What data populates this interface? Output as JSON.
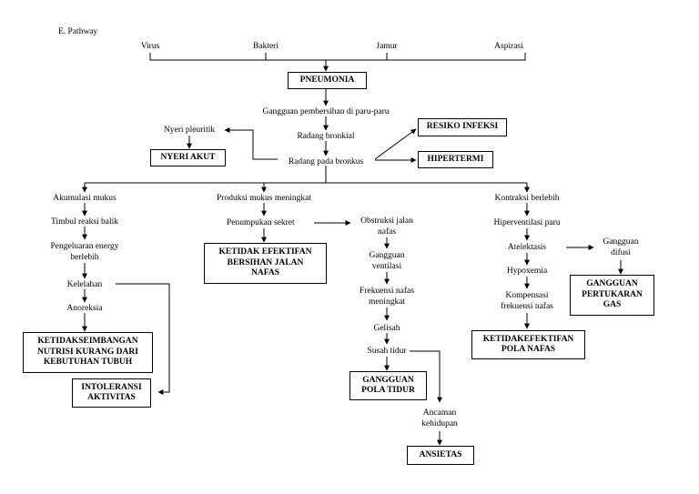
{
  "section_title": "E. Pathway",
  "causes": [
    "Virus",
    "Bakteri",
    "Jamur",
    "Aspirasi"
  ],
  "center": {
    "pneumonia": "PNEUMONIA",
    "gangguan_pembersihan": "Gangguan pembersihan di paru-paru",
    "radang_bronkial": "Radang bronkial",
    "radang_bronkus": "Radang pada bronkus",
    "nyeri_pleuritik": "Nyeri pleuritik",
    "nyeri_akut": "NYERI AKUT",
    "resiko_infeksi": "RESIKO INFEKSI",
    "hipertermi": "HIPERTERMI"
  },
  "left_branch": {
    "akumulasi": "Akumulasi mukus",
    "timbul": "Timbul reaksi balik",
    "pengeluaran": "Pengeluaran energy\nberlebih",
    "kelelahan": "Kelelahan",
    "anoreksia": "Anoreksia",
    "ketidakseimbangan": "KETIDAKSEIMBANGAN\nNUTRISI KURANG DARI\nKEBUTUHAN TUBUH",
    "intoleransi": "INTOLERANSI\nAKTIVITAS"
  },
  "middle_branch": {
    "produksi": "Produksi mukus meningkat",
    "penumpukan": "Penumpukan sekret",
    "ketidak_efektifan": "KETIDAK EFEKTIFAN\nBERSIHAN JALAN\nNAFAS",
    "obstruksi": "Obstruksi jalan\nnafas",
    "gangguan_ventilasi": "Gangguan\nventilasi",
    "frekuensi": "Frekuensi nafas\nmeningkat",
    "gelisah": "Gelisah",
    "susah_tidur": "Susah tidur",
    "gangguan_pola_tidur": "GANGGUAN\nPOLA TIDUR",
    "ancaman": "Ancaman\nkehidupan",
    "ansietas": "ANSIETAS"
  },
  "right_branch": {
    "kontraksi": "Kontraksi berlebih",
    "hiperventilasi": "Hiperventilasi paru",
    "atelektasis": "Atelektasis",
    "gangguan_difusi": "Gangguan\ndifusi",
    "hypoxemia": "Hypoxemia",
    "kompensasi": "Kompensasi\nfrekuensi nafas",
    "ketidakefektifan_pola": "KETIDAKEFEKTIFAN\nPOLA NAFAS",
    "gangguan_pertukaran": "GANGGUAN\nPERTUKARAN\nGAS"
  },
  "colors": {
    "line": "#000000",
    "background": "#ffffff"
  }
}
